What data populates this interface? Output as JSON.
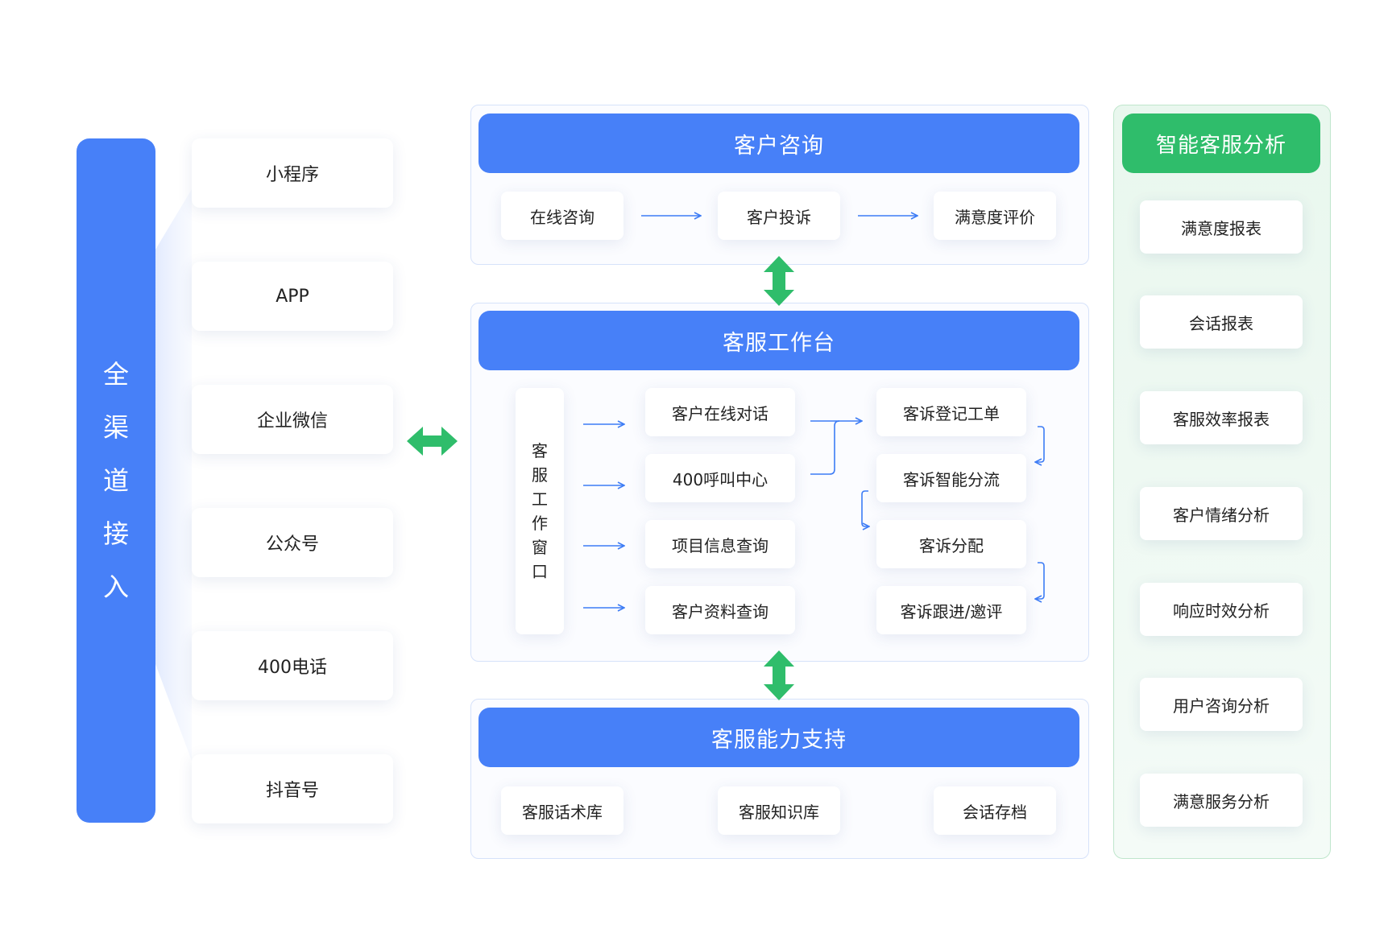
{
  "channels": {
    "title": "全渠道接入",
    "items": [
      "小程序",
      "APP",
      "企业微信",
      "公众号",
      "400电话",
      "抖音号"
    ]
  },
  "consult": {
    "title": "客户咨询",
    "steps": [
      "在线咨询",
      "客户投诉",
      "满意度评价"
    ]
  },
  "workbench": {
    "title": "客服工作台",
    "window_label": "客服工作窗口",
    "left_items": [
      "客户在线对话",
      "400呼叫中心",
      "项目信息查询",
      "客户资料查询"
    ],
    "right_items": [
      "客诉登记工单",
      "客诉智能分流",
      "客诉分配",
      "客诉跟进/邀评"
    ]
  },
  "support": {
    "title": "客服能力支持",
    "items": [
      "客服话术库",
      "客服知识库",
      "会话存档"
    ]
  },
  "analysis": {
    "title": "智能客服分析",
    "items": [
      "满意度报表",
      "会话报表",
      "客服效率报表",
      "客户情绪分析",
      "响应时效分析",
      "用户咨询分析",
      "满意服务分析"
    ]
  },
  "colors": {
    "blue": "#4780f8",
    "green": "#2fbd6b",
    "arrow_blue": "#3d7cf5"
  }
}
